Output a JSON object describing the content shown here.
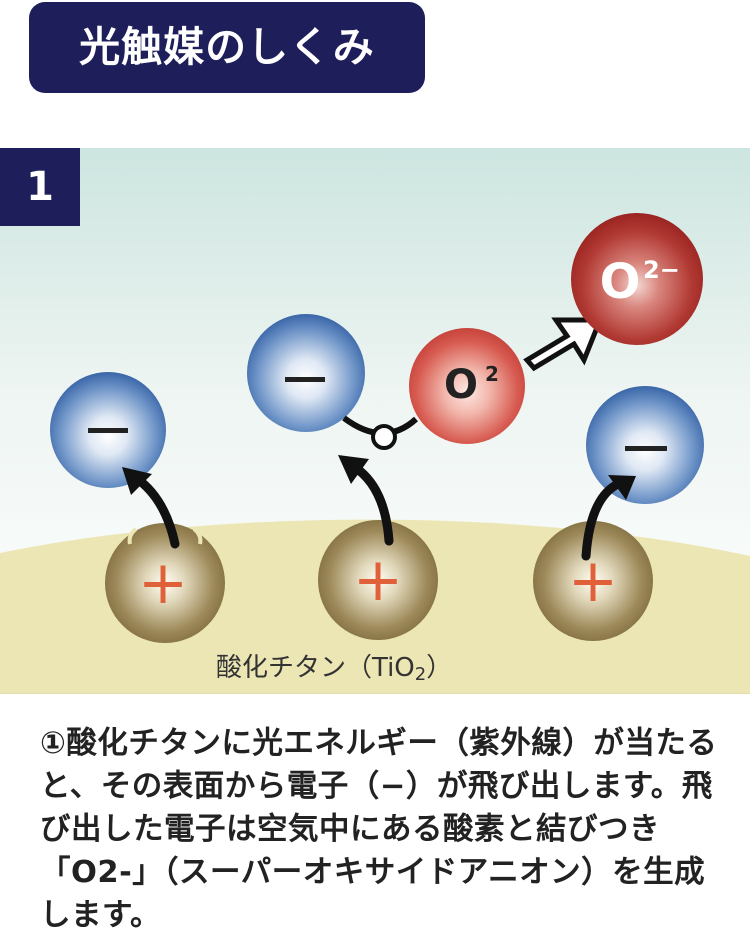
{
  "title": "光触媒のしくみ",
  "step_number": "1",
  "diagram": {
    "surface_label": "酸化チタン（TiO",
    "surface_label_sub": "2",
    "surface_label_end": "）",
    "electron_symbol": "−",
    "hole_symbol": "+",
    "oxygen_label": "O",
    "oxygen_sup": "2",
    "superoxide_label": "O",
    "superoxide_sup": "2−"
  },
  "description": "①酸化チタンに光エネルギー（紫外線）が当たると、その表面から電子（−）が飛び出します。飛び出した電子は空気中にある酸素と結びつき「O2-」（スーパーオキサイドアニオン）を生成します。",
  "colors": {
    "navy": "#1e1f5a",
    "surface": "#ebe6b4",
    "sky_top": "#cfe6e2",
    "electron_blue": "#3f6fb0",
    "oxygen_red": "#d24e46",
    "superoxide_red": "#a02626",
    "hole_brown": "#8a7648",
    "plus_orange": "#e0603a"
  }
}
